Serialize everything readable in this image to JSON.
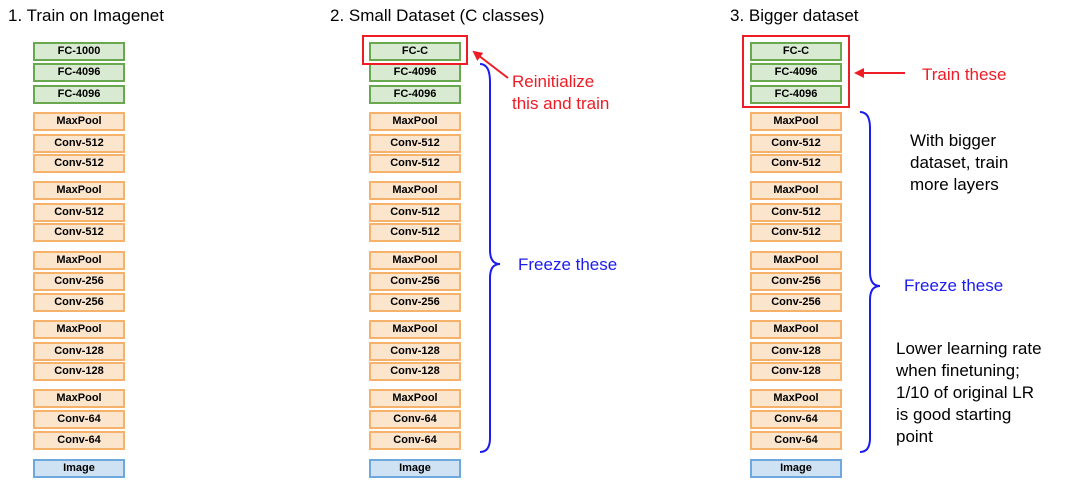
{
  "columns": [
    {
      "title": "1. Train on Imagenet",
      "layers": [
        "FC-1000",
        "FC-4096",
        "FC-4096",
        "MaxPool",
        "Conv-512",
        "Conv-512",
        "MaxPool",
        "Conv-512",
        "Conv-512",
        "MaxPool",
        "Conv-256",
        "Conv-256",
        "MaxPool",
        "Conv-128",
        "Conv-128",
        "MaxPool",
        "Conv-64",
        "Conv-64",
        "Image"
      ]
    },
    {
      "title": "2. Small Dataset (C classes)",
      "layers": [
        "FC-C",
        "FC-4096",
        "FC-4096",
        "MaxPool",
        "Conv-512",
        "Conv-512",
        "MaxPool",
        "Conv-512",
        "Conv-512",
        "MaxPool",
        "Conv-256",
        "Conv-256",
        "MaxPool",
        "Conv-128",
        "Conv-128",
        "MaxPool",
        "Conv-64",
        "Conv-64",
        "Image"
      ]
    },
    {
      "title": "3. Bigger dataset",
      "layers": [
        "FC-C",
        "FC-4096",
        "FC-4096",
        "MaxPool",
        "Conv-512",
        "Conv-512",
        "MaxPool",
        "Conv-512",
        "Conv-512",
        "MaxPool",
        "Conv-256",
        "Conv-256",
        "MaxPool",
        "Conv-128",
        "Conv-128",
        "MaxPool",
        "Conv-64",
        "Conv-64",
        "Image"
      ]
    }
  ],
  "annotations": {
    "reinit_line1": "Reinitialize",
    "reinit_line2": "this and train",
    "freeze2": "Freeze these",
    "train3": "Train these",
    "bigger_line1": "With bigger",
    "bigger_line2": "dataset, train",
    "bigger_line3": "more layers",
    "freeze3": "Freeze these",
    "lr_line1": "Lower learning rate",
    "lr_line2": "when finetuning;",
    "lr_line3": "1/10 of original LR",
    "lr_line4": "is good starting",
    "lr_line5": "point"
  },
  "colors": {
    "fc_fill": "#d9ead3",
    "fc_border": "#6aa84f",
    "conv_fill": "#fce5cd",
    "conv_border": "#f6b26b",
    "image_fill": "#cfe2f3",
    "image_border": "#6fa8dc",
    "red": "#ee1c25",
    "blue": "#1c1cf0"
  }
}
